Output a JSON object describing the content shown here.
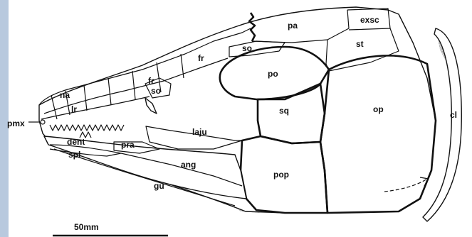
{
  "labels": {
    "pmx": "pmx",
    "na": "na",
    "lr": "lr",
    "fr_a": "fr",
    "fr_b": "fr",
    "so_a": "so",
    "so_b": "so",
    "pa": "pa",
    "exsc": "exsc",
    "st": "st",
    "po": "po",
    "sq": "sq",
    "op": "op",
    "cl": "cl",
    "laju": "laju",
    "dent": "dent",
    "spl": "spl",
    "pra": "pra",
    "ang": "ang",
    "gu": "gu",
    "pop": "pop"
  },
  "scale_bar": {
    "label": "50mm"
  },
  "colors": {
    "left_band": "#b8c9de",
    "ink": "#111111",
    "stipple_bg": "#c9c9c9"
  }
}
